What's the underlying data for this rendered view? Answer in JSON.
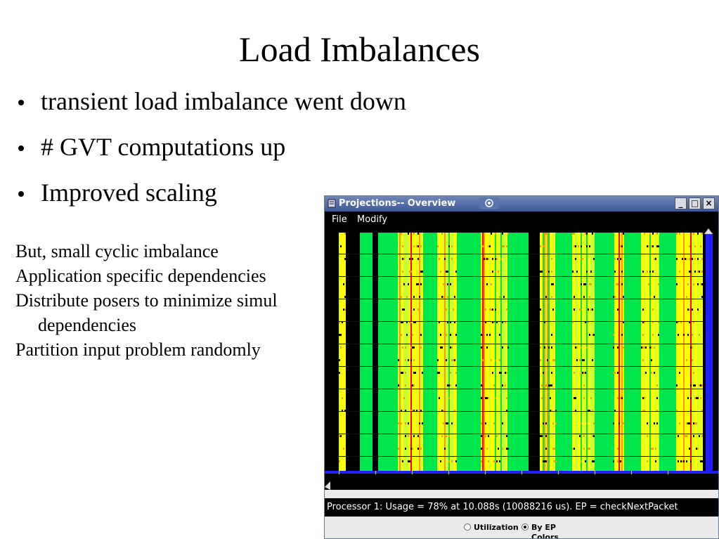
{
  "slide": {
    "title": "Load Imbalances",
    "bullets": [
      "transient load imbalance went down",
      "# GVT computations up",
      "Improved scaling"
    ],
    "subpoints": [
      "But, small cyclic imbalance",
      "Application specific dependencies",
      "Distribute posers to minimize simul",
      "dependencies",
      "Partition input problem randomly"
    ]
  },
  "window": {
    "title": "Projections-- Overview",
    "controls": {
      "minimize": "_",
      "maximize": "□",
      "close": "×"
    },
    "menu": [
      "File",
      "Modify"
    ],
    "status": "Processor 1: Usage = 78% at 10.088s (10088216 us). EP = checkNextPacket",
    "radios": [
      {
        "label": "Utilization",
        "selected": false
      },
      {
        "label": "By EP Colors",
        "selected": true
      }
    ],
    "colors": {
      "green": "#00e64d",
      "yellow": "#ffff00",
      "lime": "#ccff33",
      "red": "#ff0000",
      "orange": "#ff9900",
      "black": "#000000",
      "scroll_blue": "#1e1eff"
    }
  }
}
